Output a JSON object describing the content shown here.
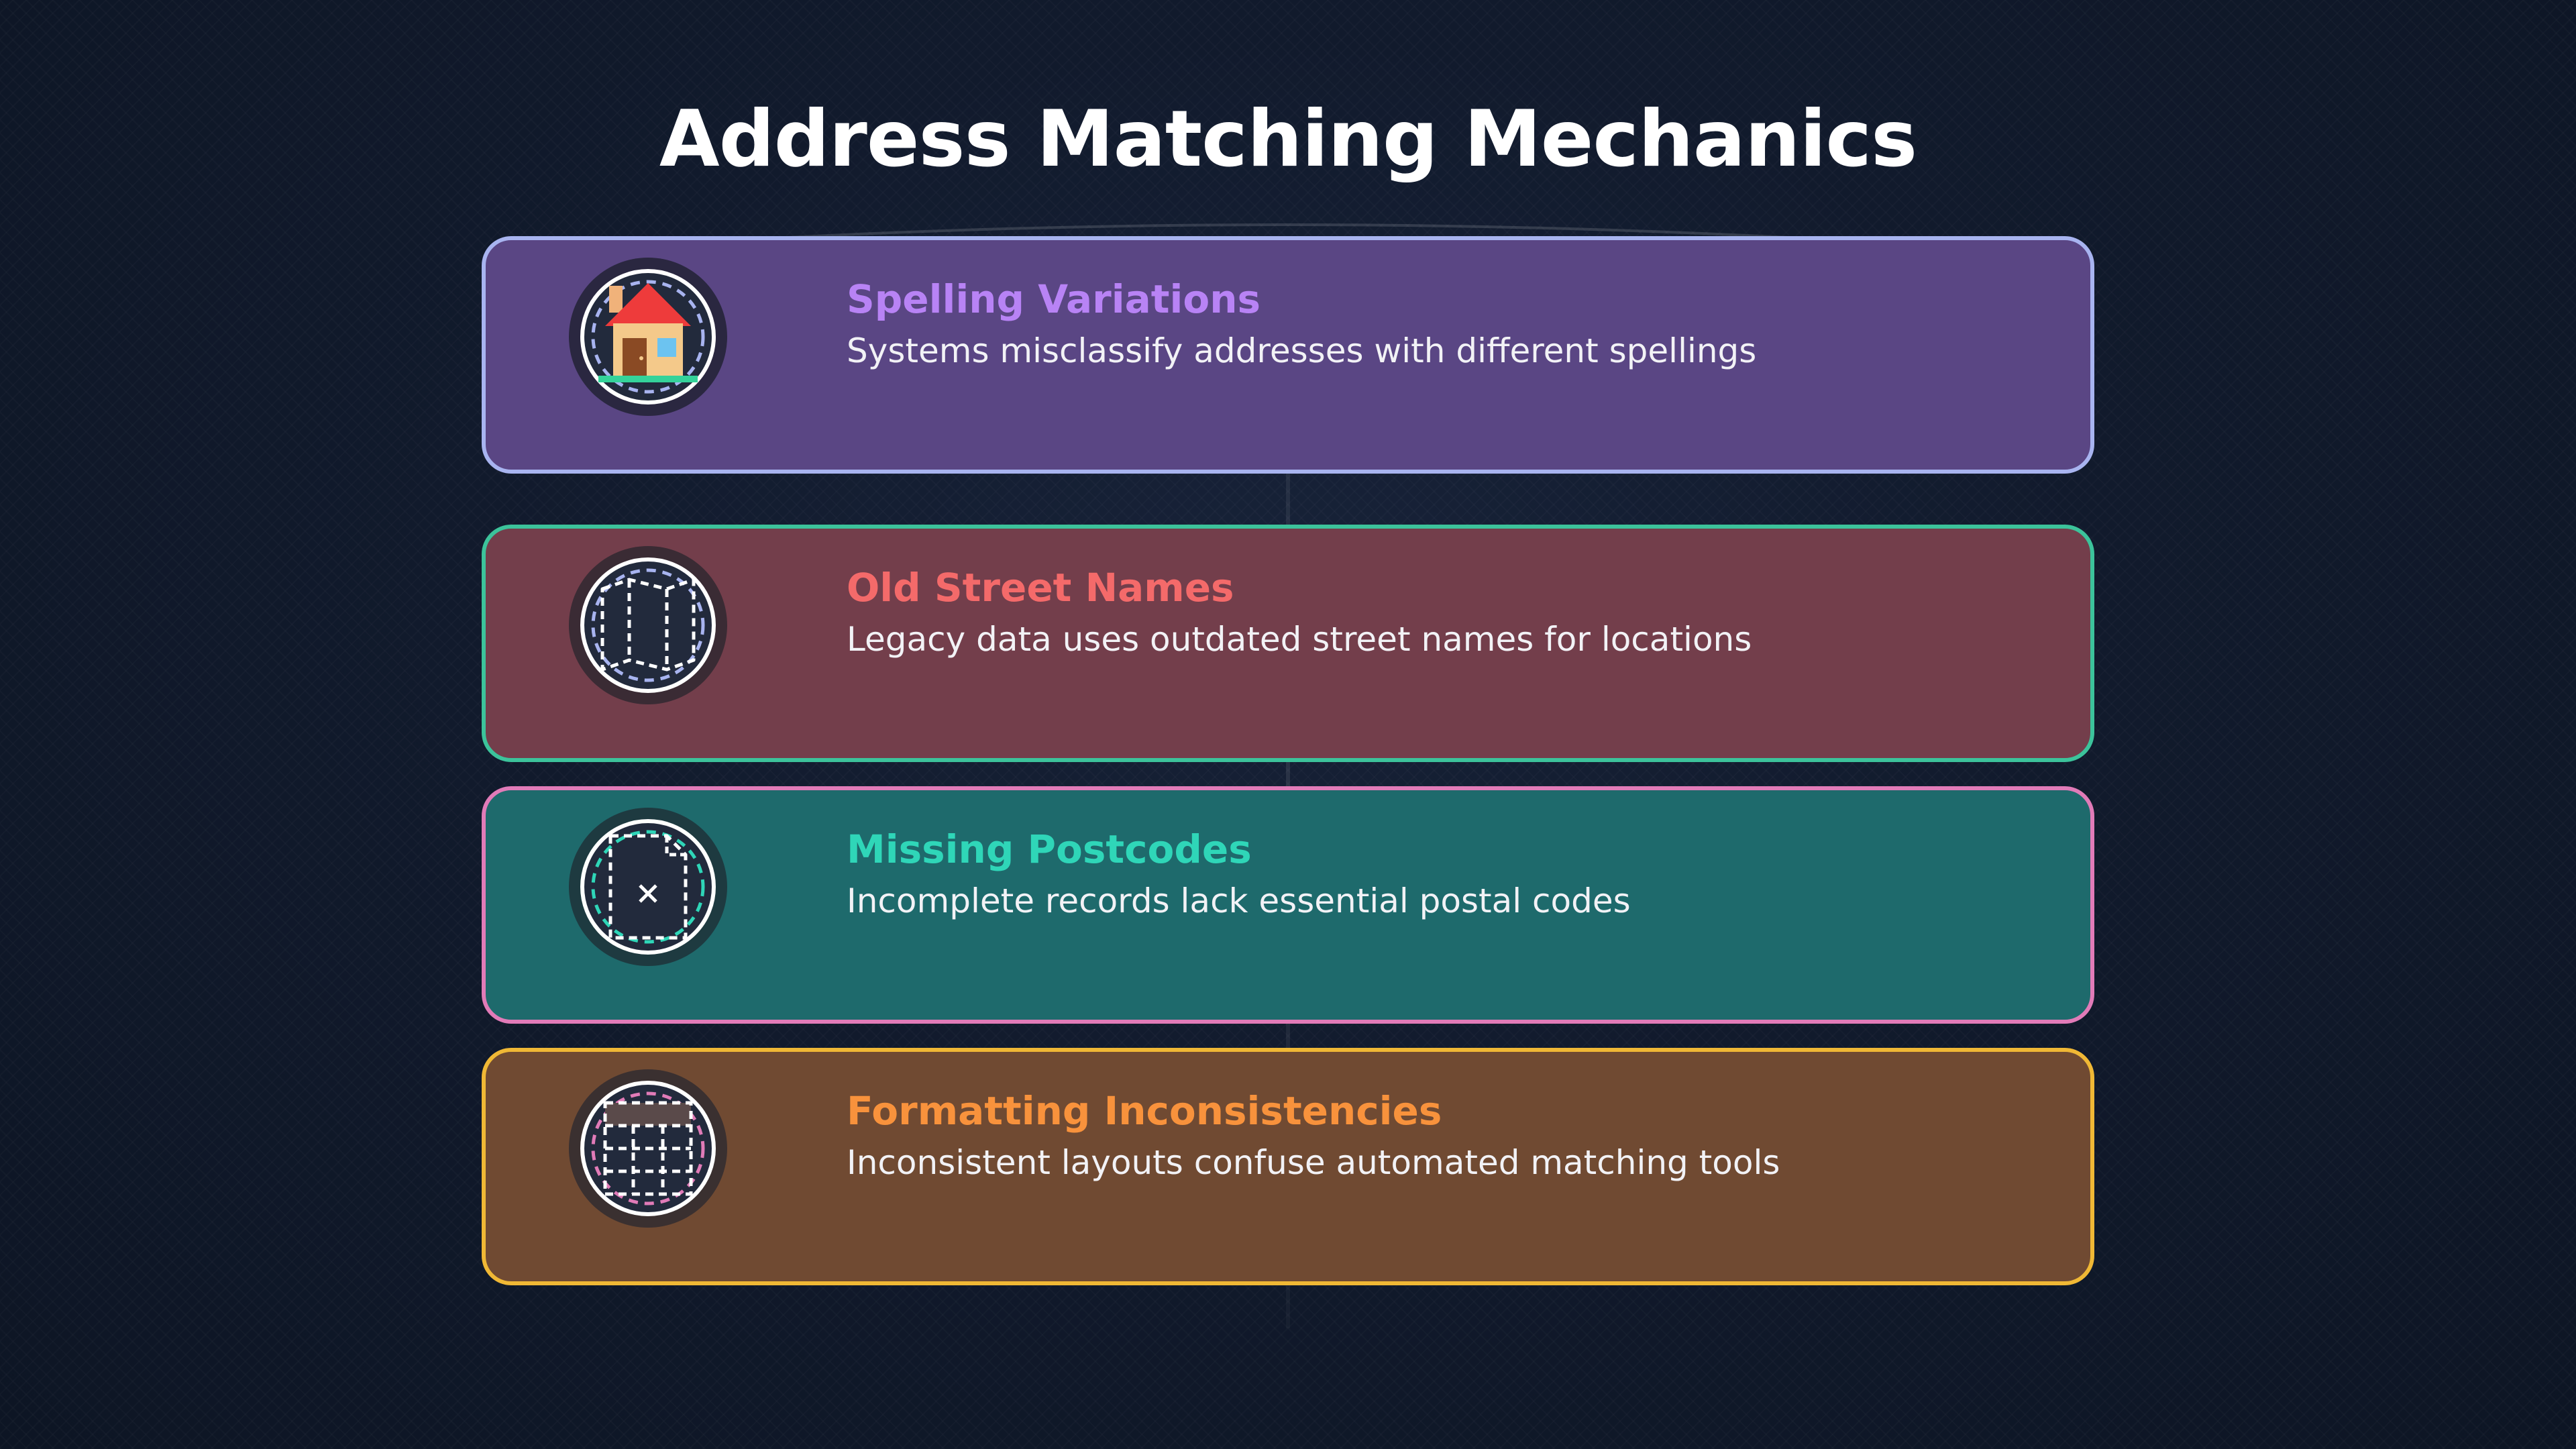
{
  "title": "Address Matching Mechanics",
  "colors": {
    "background": "#111a2c",
    "title": "#ffffff",
    "description": "#f2f2f6"
  },
  "items": [
    {
      "title": "Spelling Variations",
      "description": "Systems misclassify addresses with different spellings",
      "icon": "house-icon",
      "fill": "#5a4684",
      "border": "#a8b4f0",
      "title_color": "#b883f5"
    },
    {
      "title": "Old Street Names",
      "description": "Legacy data uses outdated street names for locations",
      "icon": "folded-map-icon",
      "fill": "#733e4b",
      "border": "#3cc39b",
      "title_color": "#f46a6a"
    },
    {
      "title": "Missing Postcodes",
      "description": "Incomplete records lack essential postal codes",
      "icon": "missing-document-icon",
      "fill": "#1e6a6c",
      "border": "#e17bb8",
      "title_color": "#2fd6b8"
    },
    {
      "title": "Formatting Inconsistencies",
      "description": "Inconsistent layouts confuse automated matching tools",
      "icon": "grid-table-icon",
      "fill": "#704a32",
      "border": "#f0b835",
      "title_color": "#f8923c"
    }
  ]
}
